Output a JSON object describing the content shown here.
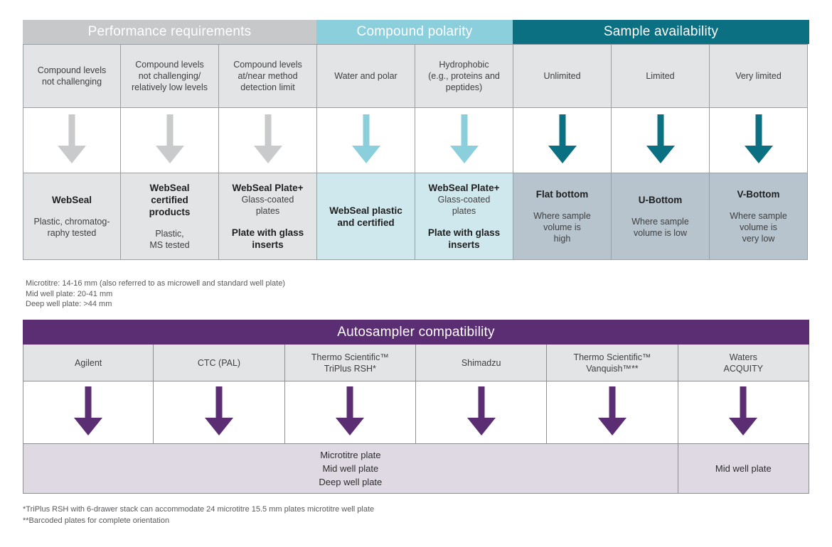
{
  "table1": {
    "sections": [
      {
        "id": "performance",
        "label": "Performance requirements",
        "color": "#c6c8ca"
      },
      {
        "id": "polarity",
        "label": "Compound polarity",
        "color": "#8ccfdc"
      },
      {
        "id": "availability",
        "label": "Sample availability",
        "color": "#0b7082"
      }
    ],
    "criteria": [
      "Compound levels\nnot challenging",
      "Compound levels\nnot challenging/\nrelatively low levels",
      "Compound levels\nat/near method\ndetection limit",
      "Water and polar",
      "Hydrophobic\n(e.g., proteins and\npeptides)",
      "Unlimited",
      "Limited",
      "Very limited"
    ],
    "arrow_colors": [
      "#c8cacb",
      "#c8cacb",
      "#c8cacb",
      "#8ccfdc",
      "#8ccfdc",
      "#0b7082",
      "#0b7082",
      "#0b7082"
    ],
    "results": [
      {
        "title": "WebSeal",
        "sub": "Plastic, chromatog-\nraphy tested",
        "title2": "",
        "sub2": "",
        "bg": "#e3e4e6"
      },
      {
        "title": "WebSeal\ncertified\nproducts",
        "sub": "",
        "title2": "",
        "sub2": "Plastic,\nMS tested",
        "bg": "#e3e4e6"
      },
      {
        "title": "WebSeal Plate+",
        "sub": "Glass-coated\nplates",
        "title2": "Plate with glass\ninserts",
        "sub2": "",
        "bg": "#e3e4e6"
      },
      {
        "title": "WebSeal plastic\nand certified",
        "sub": "",
        "title2": "",
        "sub2": "",
        "bg": "#cfe8ee"
      },
      {
        "title": "WebSeal Plate+",
        "sub": "Glass-coated\nplates",
        "title2": "Plate with glass\ninserts",
        "sub2": "",
        "bg": "#cfe8ee"
      },
      {
        "title": "Flat bottom",
        "sub": "",
        "title2": "",
        "sub2": "Where sample\nvolume is\nhigh",
        "bg": "#b7c4ce"
      },
      {
        "title": "U-Bottom",
        "sub": "",
        "title2": "",
        "sub2": "Where sample\nvolume is low",
        "bg": "#b7c4ce"
      },
      {
        "title": "V-Bottom",
        "sub": "",
        "title2": "",
        "sub2": "Where sample\nvolume is\nvery low",
        "bg": "#b7c4ce"
      }
    ]
  },
  "footnote1": "Microtitre: 14-16 mm (also referred to as microwell and standard well plate)\nMid well plate: 20-41 mm\nDeep well plate: >44 mm",
  "table2": {
    "header": "Autosampler compatibility",
    "header_color": "#5b2d72",
    "arrow_color": "#5b2d72",
    "columns": [
      {
        "line1": "Agilent",
        "line2": ""
      },
      {
        "line1": "CTC (PAL)",
        "line2": ""
      },
      {
        "line1": "Thermo Scientific™",
        "line2": "TriPlus RSH*"
      },
      {
        "line1": "Shimadzu",
        "line2": ""
      },
      {
        "line1": "Thermo Scientific™",
        "line2": "Vanquish™**"
      },
      {
        "line1": "Waters",
        "line2": "ACQUITY"
      }
    ],
    "result_merged": "Microtitre plate\nMid well plate\nDeep well plate",
    "result_last": "Mid well plate"
  },
  "footnote2": "*TriPlus RSH with 6-drawer stack can accommodate 24 microtitre 15.5 mm plates microtitre well plate\n**Barcoded plates for complete orientation"
}
